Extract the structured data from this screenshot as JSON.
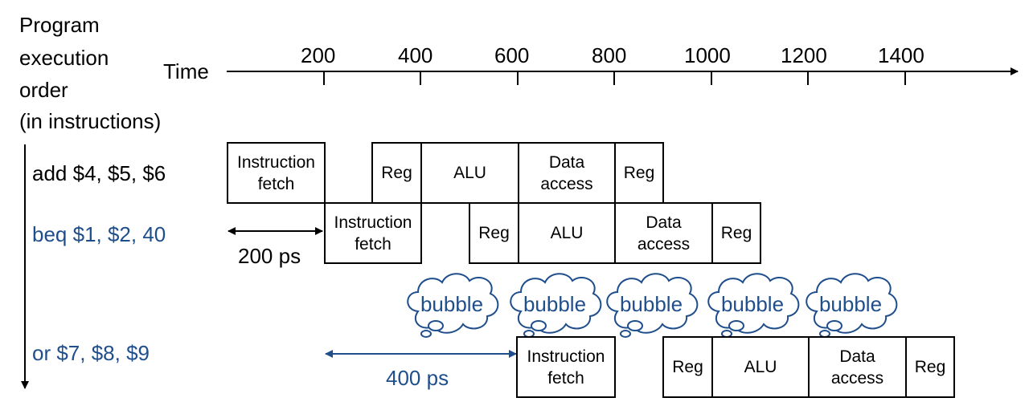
{
  "axis": {
    "row_heading": [
      "Program",
      "execution",
      "order",
      "(in instructions)"
    ],
    "time_label": "Time",
    "ticks": [
      "200",
      "400",
      "600",
      "800",
      "1000",
      "1200",
      "1400"
    ]
  },
  "instructions": [
    {
      "text": "add $4, $5, $6",
      "color": "#000000",
      "stages": [
        "Instruction\nfetch",
        "Reg",
        "ALU",
        "Data\naccess",
        "Reg"
      ]
    },
    {
      "text": "beq $1, $2, 40",
      "color": "#1f4e8c",
      "stages": [
        "Instruction\nfetch",
        "Reg",
        "ALU",
        "Data\naccess",
        "Reg"
      ]
    },
    {
      "text": "or $7, $8, $9",
      "color": "#1f4e8c",
      "stages": [
        "Instruction\nfetch",
        "Reg",
        "ALU",
        "Data\naccess",
        "Reg"
      ]
    }
  ],
  "bubbles": [
    "bubble",
    "bubble",
    "bubble",
    "bubble",
    "bubble"
  ],
  "intervals": {
    "first": "200 ps",
    "second": "400 ps"
  },
  "colors": {
    "accent": "#1f4e8c",
    "ink": "#000000"
  }
}
